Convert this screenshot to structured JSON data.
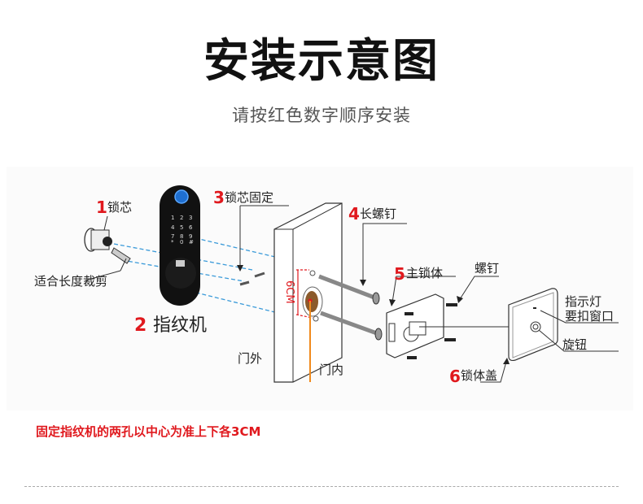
{
  "title": "安装示意图",
  "subtitle": "请按红色数字顺序安装",
  "parts": [
    {
      "number": "1",
      "label": "锁芯"
    },
    {
      "number": "2",
      "label": "指纹机"
    },
    {
      "number": "3",
      "label": "锁芯固定"
    },
    {
      "number": "4",
      "label": "长螺钉"
    },
    {
      "number": "5",
      "label": "主锁体"
    },
    {
      "number": "6",
      "label": "锁体盖"
    }
  ],
  "callouts": {
    "trim": "适合长度裁剪",
    "screw": "螺钉",
    "indicator_line1": "指示灯",
    "indicator_line2": "要扣窗口",
    "knob": "旋钮",
    "door_outside": "门外",
    "door_inside": "门内",
    "spacing": "6CM"
  },
  "keypad": [
    "1",
    "2",
    "3",
    "4",
    "5",
    "6",
    "7",
    "8",
    "9",
    "*",
    "0",
    "#"
  ],
  "note": "固定指纹机的两孔以中心为准上下各3CM",
  "colors": {
    "accent": "#e0191e",
    "guide": "#3a9ad9",
    "center_line": "#f08a1c"
  }
}
